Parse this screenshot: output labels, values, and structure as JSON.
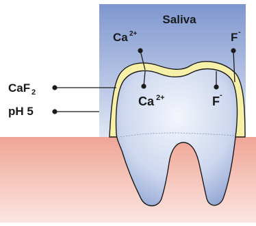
{
  "labels": {
    "saliva": "Saliva",
    "ca_top": "Ca",
    "ca_top_sup": "2+",
    "f_top": "F",
    "f_top_sup": "-",
    "ca_inner": "Ca",
    "ca_inner_sup": "2+",
    "f_inner": "F",
    "f_inner_sup": "-",
    "caf2": "CaF",
    "caf2_sub": "2",
    "ph": "pH 5"
  },
  "colors": {
    "saliva_top": "#7f97cf",
    "saliva_bottom": "#dfe6f4",
    "gum_top": "#f0a596",
    "gum_bottom": "#fbe6e1",
    "tooth_edge": "#8ea3d2",
    "tooth_center": "#f4f6fc",
    "caf2_layer": "#f7f0a8",
    "outline": "#1a1a1a"
  }
}
